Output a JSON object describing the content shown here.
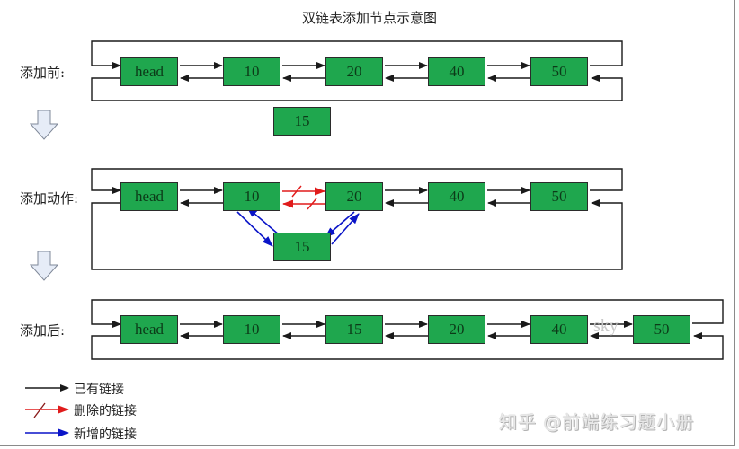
{
  "title": "双链表添加节点示意图",
  "rows": {
    "before": {
      "label": "添加前:"
    },
    "action": {
      "label": "添加动作:"
    },
    "after": {
      "label": "添加后:"
    }
  },
  "nodes": {
    "before": [
      "head",
      "10",
      "20",
      "40",
      "50"
    ],
    "before_new": "15",
    "action": [
      "head",
      "10",
      "20",
      "40",
      "50"
    ],
    "action_new": "15",
    "after": [
      "head",
      "10",
      "15",
      "20",
      "40",
      "50"
    ]
  },
  "legend": {
    "existing": "已有链接",
    "deleted": "删除的链接",
    "added": "新增的链接"
  },
  "colors": {
    "node_fill": "#1fa74e",
    "existing_link": "#1a1a1a",
    "deleted_link": "#e01b1b",
    "added_link": "#0a14c8",
    "down_arrow_fill": "#e6ecf7"
  },
  "watermark": "知乎 @前端练习题小册",
  "overlay_text": "sky"
}
